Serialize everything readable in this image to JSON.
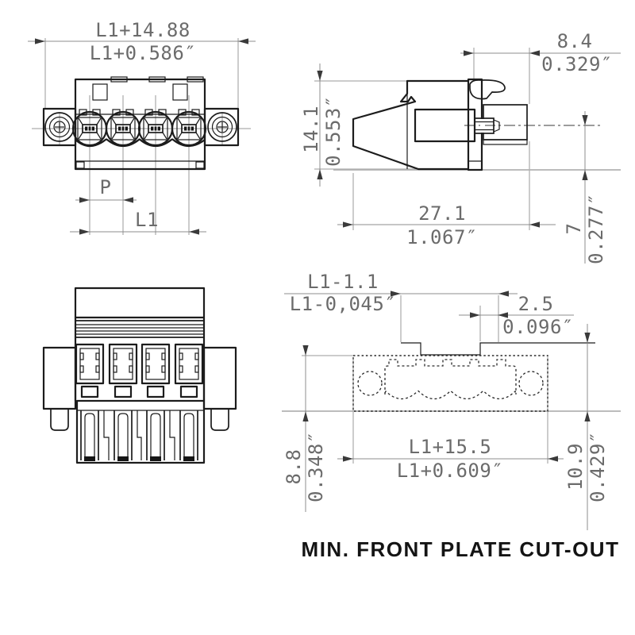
{
  "caption": "MIN. FRONT PLATE CUT-OUT",
  "dims": {
    "front_width": {
      "mm": "L1+14.88",
      "in": "L1+0.586″"
    },
    "front_pitch": {
      "label": "P"
    },
    "front_length": {
      "label": "L1"
    },
    "side_clip_depth": {
      "mm": "8.4",
      "in": "0.329″"
    },
    "side_height": {
      "mm": "14.1",
      "in": "0.553″"
    },
    "side_length": {
      "mm": "27.1",
      "in": "1.067″"
    },
    "side_center_offset": {
      "mm": "7",
      "in": "0.277″"
    },
    "cutout_inner_width": {
      "mm": "L1-1.1",
      "in": "L1-0,045″"
    },
    "cutout_tab_offset": {
      "mm": "2.5",
      "in": "0.096″"
    },
    "cutout_width": {
      "mm": "L1+15.5",
      "in": "L1+0.609″"
    },
    "cutout_height_upper": {
      "mm": "8.8",
      "in": "0.348″"
    },
    "cutout_height_total": {
      "mm": "10.9",
      "in": "0.429″"
    }
  }
}
